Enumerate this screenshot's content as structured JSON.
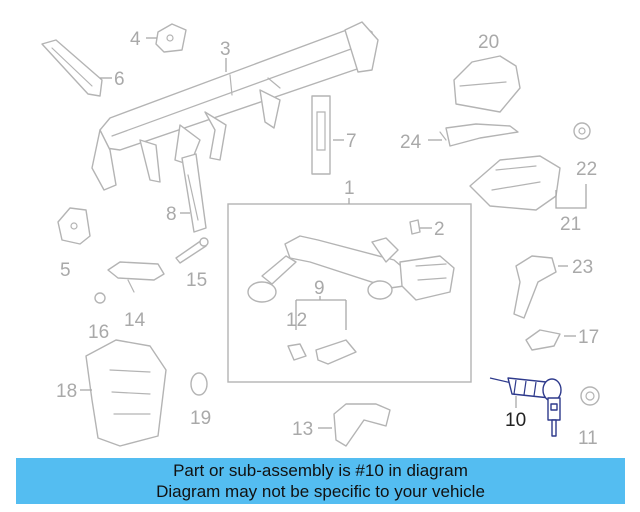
{
  "diagram": {
    "callouts": [
      {
        "id": "c1",
        "label": "1"
      },
      {
        "id": "c2",
        "label": "2"
      },
      {
        "id": "c3",
        "label": "3"
      },
      {
        "id": "c4",
        "label": "4"
      },
      {
        "id": "c5",
        "label": "5"
      },
      {
        "id": "c6",
        "label": "6"
      },
      {
        "id": "c7",
        "label": "7"
      },
      {
        "id": "c8",
        "label": "8"
      },
      {
        "id": "c9",
        "label": "9"
      },
      {
        "id": "c10",
        "label": "10"
      },
      {
        "id": "c11",
        "label": "11"
      },
      {
        "id": "c12",
        "label": "12"
      },
      {
        "id": "c13",
        "label": "13"
      },
      {
        "id": "c14",
        "label": "14"
      },
      {
        "id": "c15",
        "label": "15"
      },
      {
        "id": "c16",
        "label": "16"
      },
      {
        "id": "c17",
        "label": "17"
      },
      {
        "id": "c18",
        "label": "18"
      },
      {
        "id": "c19",
        "label": "19"
      },
      {
        "id": "c20",
        "label": "20"
      },
      {
        "id": "c21",
        "label": "21"
      },
      {
        "id": "c22",
        "label": "22"
      },
      {
        "id": "c23",
        "label": "23"
      },
      {
        "id": "c24",
        "label": "24"
      }
    ],
    "highlighted_part": "10",
    "colors": {
      "highlight": "#2e3a8c",
      "line_art": "#b4b4b4",
      "callout": "#a9a9a9"
    }
  },
  "banner": {
    "line1": "Part or sub-assembly is #10 in diagram",
    "line2": "Diagram may not be specific to your vehicle",
    "background": "#54bdf1"
  }
}
